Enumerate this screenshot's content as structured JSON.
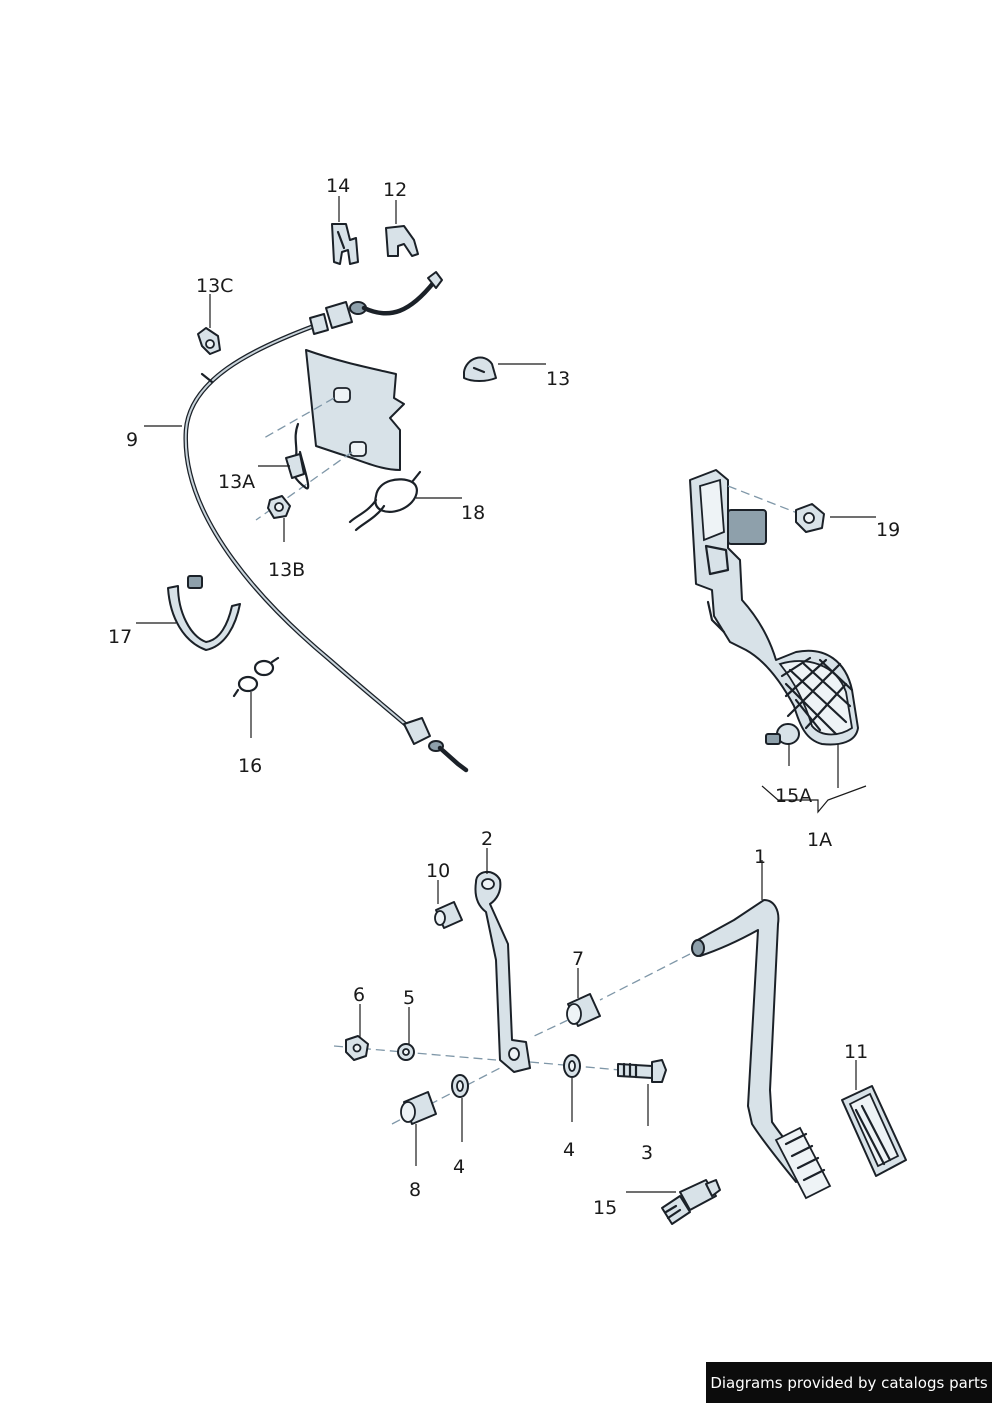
{
  "labels": {
    "p1": "1",
    "p1A": "1A",
    "p2": "2",
    "p3": "3",
    "p4a": "4",
    "p4b": "4",
    "p5": "5",
    "p6": "6",
    "p7": "7",
    "p8": "8",
    "p9": "9",
    "p10": "10",
    "p11": "11",
    "p12": "12",
    "p13": "13",
    "p13A": "13A",
    "p13B": "13B",
    "p13C": "13C",
    "p14": "14",
    "p15": "15",
    "p15A": "15A",
    "p16": "16",
    "p17": "17",
    "p18": "18",
    "p19": "19"
  },
  "footer": {
    "credit": "Diagrams provided by catalogs parts"
  },
  "colors": {
    "line": "#1b2128",
    "part_fill": "#d8e2e8",
    "dash_axis": "#7f97a8",
    "footer_bg": "#0c0c0c"
  }
}
